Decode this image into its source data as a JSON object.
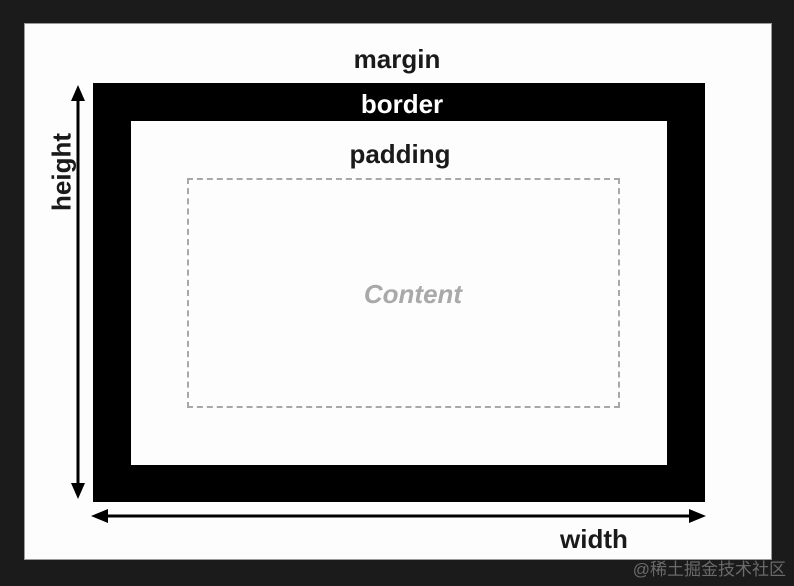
{
  "labels": {
    "margin": "margin",
    "border": "border",
    "padding": "padding",
    "content": "Content",
    "width": "width",
    "height": "height"
  },
  "watermark": "@稀土掘金技术社区",
  "colors": {
    "background": "#1b1b1b",
    "border": "#000000",
    "margin": "#fdfdfd",
    "content_text": "#a9a9a9"
  }
}
